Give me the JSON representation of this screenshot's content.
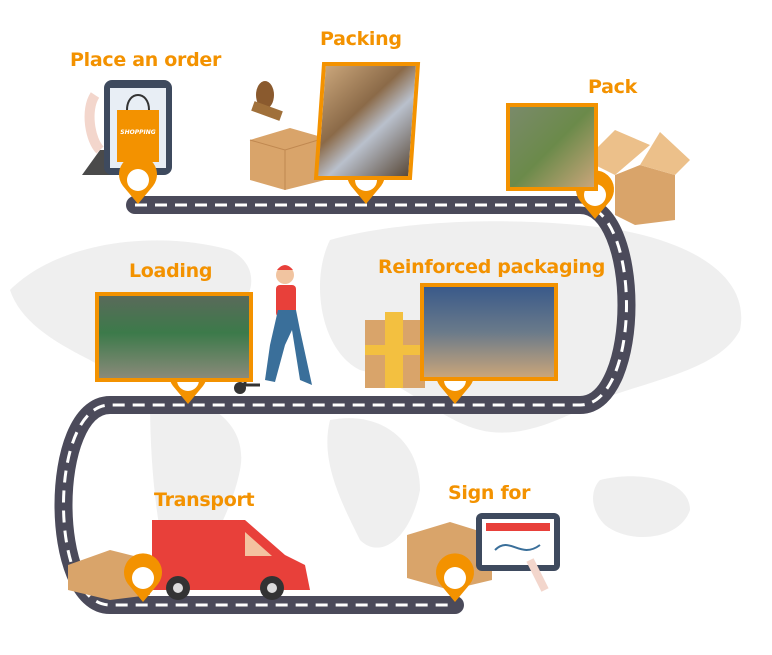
{
  "steps": [
    {
      "label": "Place an order"
    },
    {
      "label": "Packing"
    },
    {
      "label": "Pack"
    },
    {
      "label": "Loading"
    },
    {
      "label": "Reinforced packaging"
    },
    {
      "label": "Transport"
    },
    {
      "label": "Sign for"
    }
  ],
  "bag_text": "SHOPPING",
  "colors": {
    "accent": "#f39200",
    "road": "#4b4a5a",
    "map": "#eeeeee",
    "van": "#e8403a"
  }
}
